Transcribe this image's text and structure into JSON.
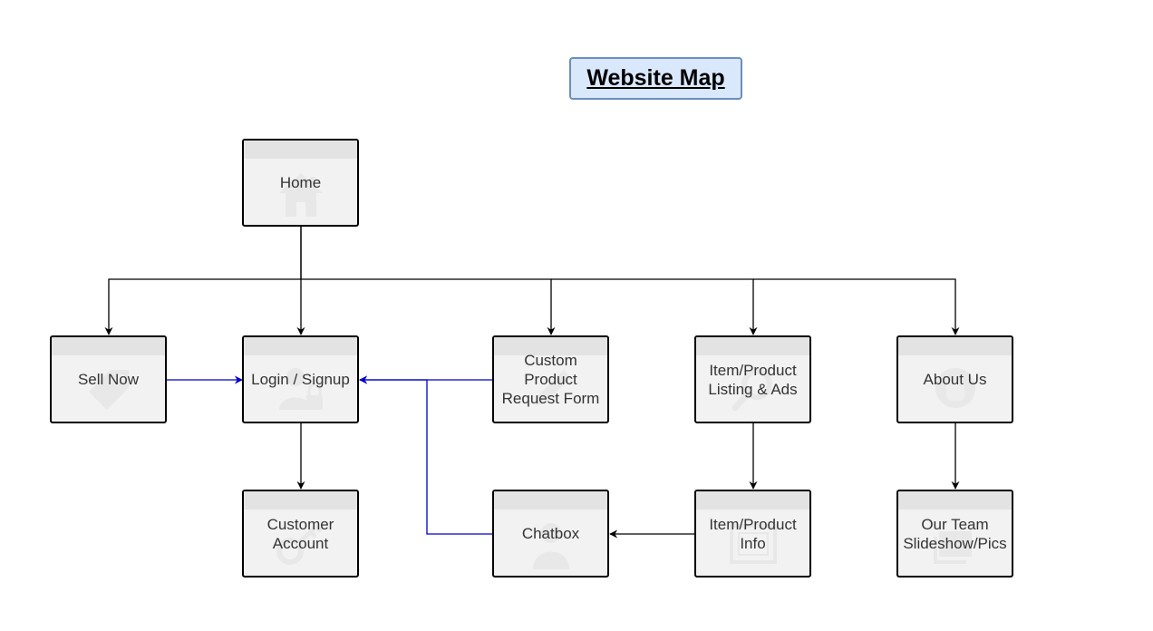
{
  "title": "Website Map",
  "colors": {
    "node_fill": "#f2f2f2",
    "node_header": "#e3e3e3",
    "node_border": "#000000",
    "node_text": "#333333",
    "title_fill": "#dae8fc",
    "title_border": "#6c8ebf",
    "edge_default": "#000000",
    "edge_login_links": "#0000cc"
  },
  "nodes": [
    {
      "id": "home",
      "label": "Home",
      "icon": "house-icon"
    },
    {
      "id": "sell",
      "label": "Sell Now",
      "icon": "tag-icon"
    },
    {
      "id": "login",
      "label": "Login / Signup",
      "icon": "user-lock-icon"
    },
    {
      "id": "custom",
      "label": "Custom\nProduct\nRequest Form",
      "icon": "pencil-icon"
    },
    {
      "id": "listing",
      "label": "Item/Product\nListing & Ads",
      "icon": "magnifier-icon"
    },
    {
      "id": "about",
      "label": "About Us",
      "icon": "team-icon"
    },
    {
      "id": "account",
      "label": "Customer\nAccount",
      "icon": "key-icon"
    },
    {
      "id": "chat",
      "label": "Chatbox",
      "icon": "person-icon"
    },
    {
      "id": "info",
      "label": "Item/Product\nInfo",
      "icon": "picture-frame-icon"
    },
    {
      "id": "team",
      "label": "Our Team\nSlideshow/Pics",
      "icon": "slideshow-icon"
    }
  ],
  "edges": [
    {
      "from": "home",
      "to": "sell",
      "color": "default"
    },
    {
      "from": "home",
      "to": "login",
      "color": "default"
    },
    {
      "from": "home",
      "to": "custom",
      "color": "default"
    },
    {
      "from": "home",
      "to": "listing",
      "color": "default"
    },
    {
      "from": "home",
      "to": "about",
      "color": "default"
    },
    {
      "from": "sell",
      "to": "login",
      "color": "login_links"
    },
    {
      "from": "custom",
      "to": "login",
      "color": "login_links"
    },
    {
      "from": "chat",
      "to": "login",
      "color": "login_links"
    },
    {
      "from": "login",
      "to": "account",
      "color": "default"
    },
    {
      "from": "listing",
      "to": "info",
      "color": "default"
    },
    {
      "from": "info",
      "to": "chat",
      "color": "default"
    },
    {
      "from": "about",
      "to": "team",
      "color": "default"
    }
  ]
}
